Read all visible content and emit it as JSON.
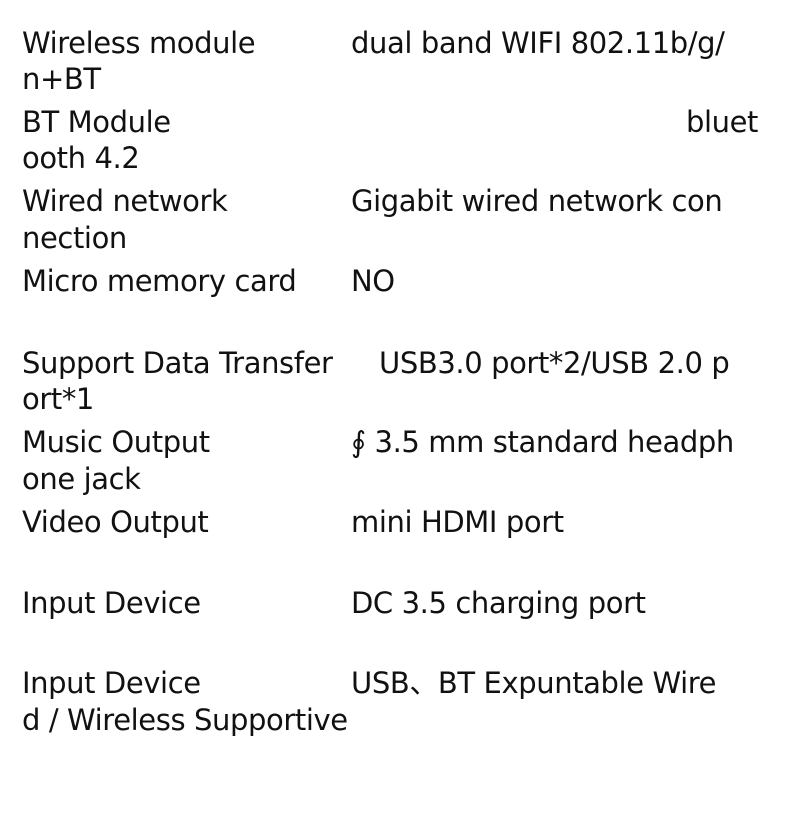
{
  "specs": [
    {
      "label": "Wireless module",
      "value": "dual band WIFI 802.11b/g/",
      "continuation": "n+BT"
    },
    {
      "label": "BT Module",
      "value": "bluet",
      "continuation": "ooth 4.2"
    },
    {
      "label": "Wired network",
      "value": "Gigabit wired network con",
      "continuation": "nection"
    },
    {
      "label": "Micro memory card",
      "value": "NO"
    },
    {
      "label": "Support Data Transfer",
      "value": "USB3.0 port*2/USB 2.0 p",
      "continuation": "ort*1"
    },
    {
      "label": "Music Output",
      "value": "∮ 3.5 mm standard headph",
      "continuation": "one jack"
    },
    {
      "label": "Video Output",
      "value": "mini HDMI port"
    },
    {
      "label": "Input Device",
      "value": "DC 3.5 charging port"
    },
    {
      "label": "Input Device",
      "value": "USB、BT Expuntable Wire",
      "continuation": "d / Wireless Supportive"
    }
  ]
}
